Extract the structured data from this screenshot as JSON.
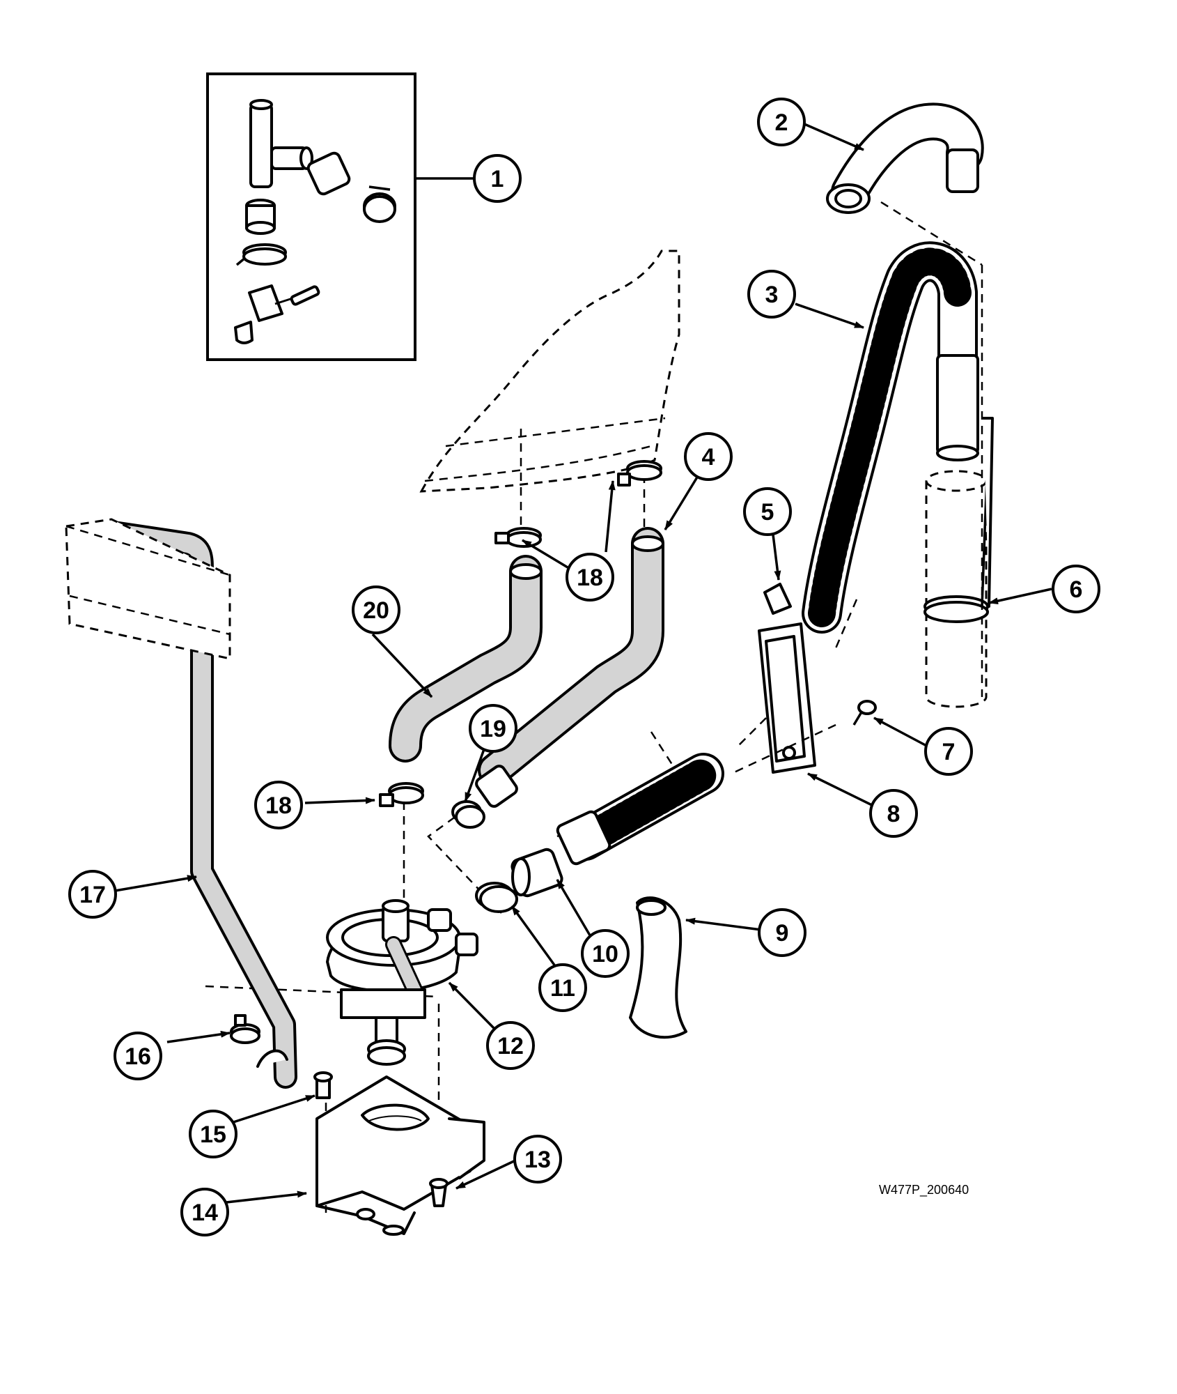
{
  "drawing_code": "W477P_200640",
  "callouts": [
    "1",
    "2",
    "3",
    "4",
    "5",
    "6",
    "7",
    "8",
    "9",
    "10",
    "11",
    "12",
    "13",
    "14",
    "15",
    "16",
    "17",
    "18",
    "18",
    "19",
    "20"
  ],
  "colors": {
    "line": "#000000",
    "paper": "#ffffff",
    "hose_fill": "#d4d4d4"
  }
}
